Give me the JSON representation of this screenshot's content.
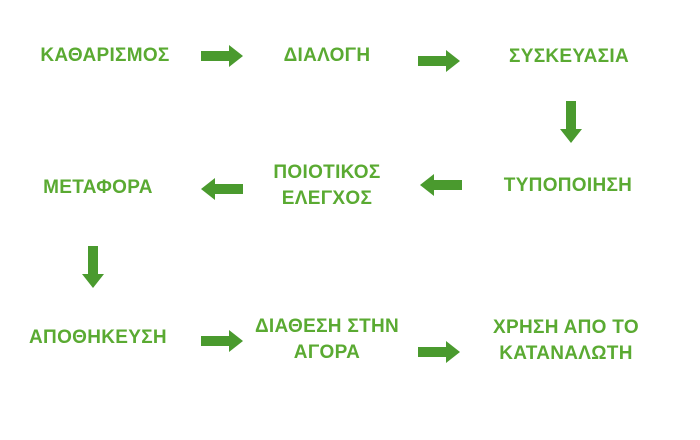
{
  "colors": {
    "text": "#5aaa32",
    "arrow": "#4a9a2e"
  },
  "steps": [
    {
      "id": "katharismos",
      "lines": [
        "ΚΑΘΑΡΙΣΜΟΣ"
      ]
    },
    {
      "id": "dialogi",
      "lines": [
        "ΔΙΑΛΟΓΗ"
      ]
    },
    {
      "id": "syskevasia",
      "lines": [
        "ΣΥΣΚΕΥΑΣΙΑ"
      ]
    },
    {
      "id": "typopoiisi",
      "lines": [
        "ΤΥΠΟΠΟΙΗΣΗ"
      ]
    },
    {
      "id": "poiotikos-elegxos",
      "lines": [
        "ΠΟΙΟΤΙΚΟΣ",
        "ΕΛΕΓΧΟΣ"
      ]
    },
    {
      "id": "metafora",
      "lines": [
        "ΜΕΤΑΦΟΡΑ"
      ]
    },
    {
      "id": "apothikeysi",
      "lines": [
        "ΑΠΟΘΗΚΕΥΣΗ"
      ]
    },
    {
      "id": "diathesi",
      "lines": [
        "ΔΙΑΘΕΣΗ ΣΤΗΝ",
        "ΑΓΟΡΑ"
      ]
    },
    {
      "id": "xrisi",
      "lines": [
        "ΧΡΗΣΗ ΑΠΟ ΤΟ",
        "ΚΑΤΑΝΑΛΩΤΗ"
      ]
    }
  ]
}
